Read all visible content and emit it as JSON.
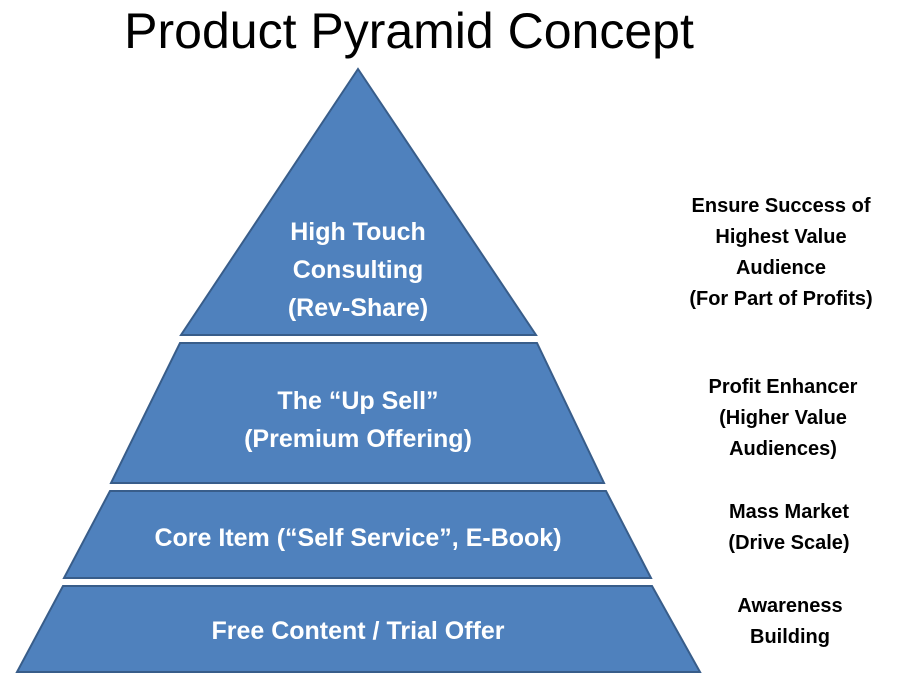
{
  "title": "Product Pyramid Concept",
  "colors": {
    "tier_fill": "#4f81bd",
    "tier_stroke": "#385d8a",
    "tier_text": "#ffffff",
    "note_text": "#000000"
  },
  "tiers": [
    {
      "id": "high-touch-consulting",
      "lines": [
        "High Touch",
        "Consulting",
        "(Rev-Share)"
      ],
      "note": [
        "Ensure Success of",
        "Highest Value",
        "Audience",
        "(For Part of Profits)"
      ]
    },
    {
      "id": "up-sell",
      "lines": [
        "The “Up Sell”",
        "(Premium Offering)"
      ],
      "note": [
        "Profit Enhancer",
        "(Higher Value",
        "Audiences)"
      ]
    },
    {
      "id": "core-item",
      "lines": [
        "Core Item (“Self Service”, E-Book)"
      ],
      "note": [
        "Mass Market",
        "(Drive Scale)"
      ]
    },
    {
      "id": "free-content",
      "lines": [
        "Free Content / Trial Offer"
      ],
      "note": [
        "Awareness",
        "Building"
      ]
    }
  ]
}
